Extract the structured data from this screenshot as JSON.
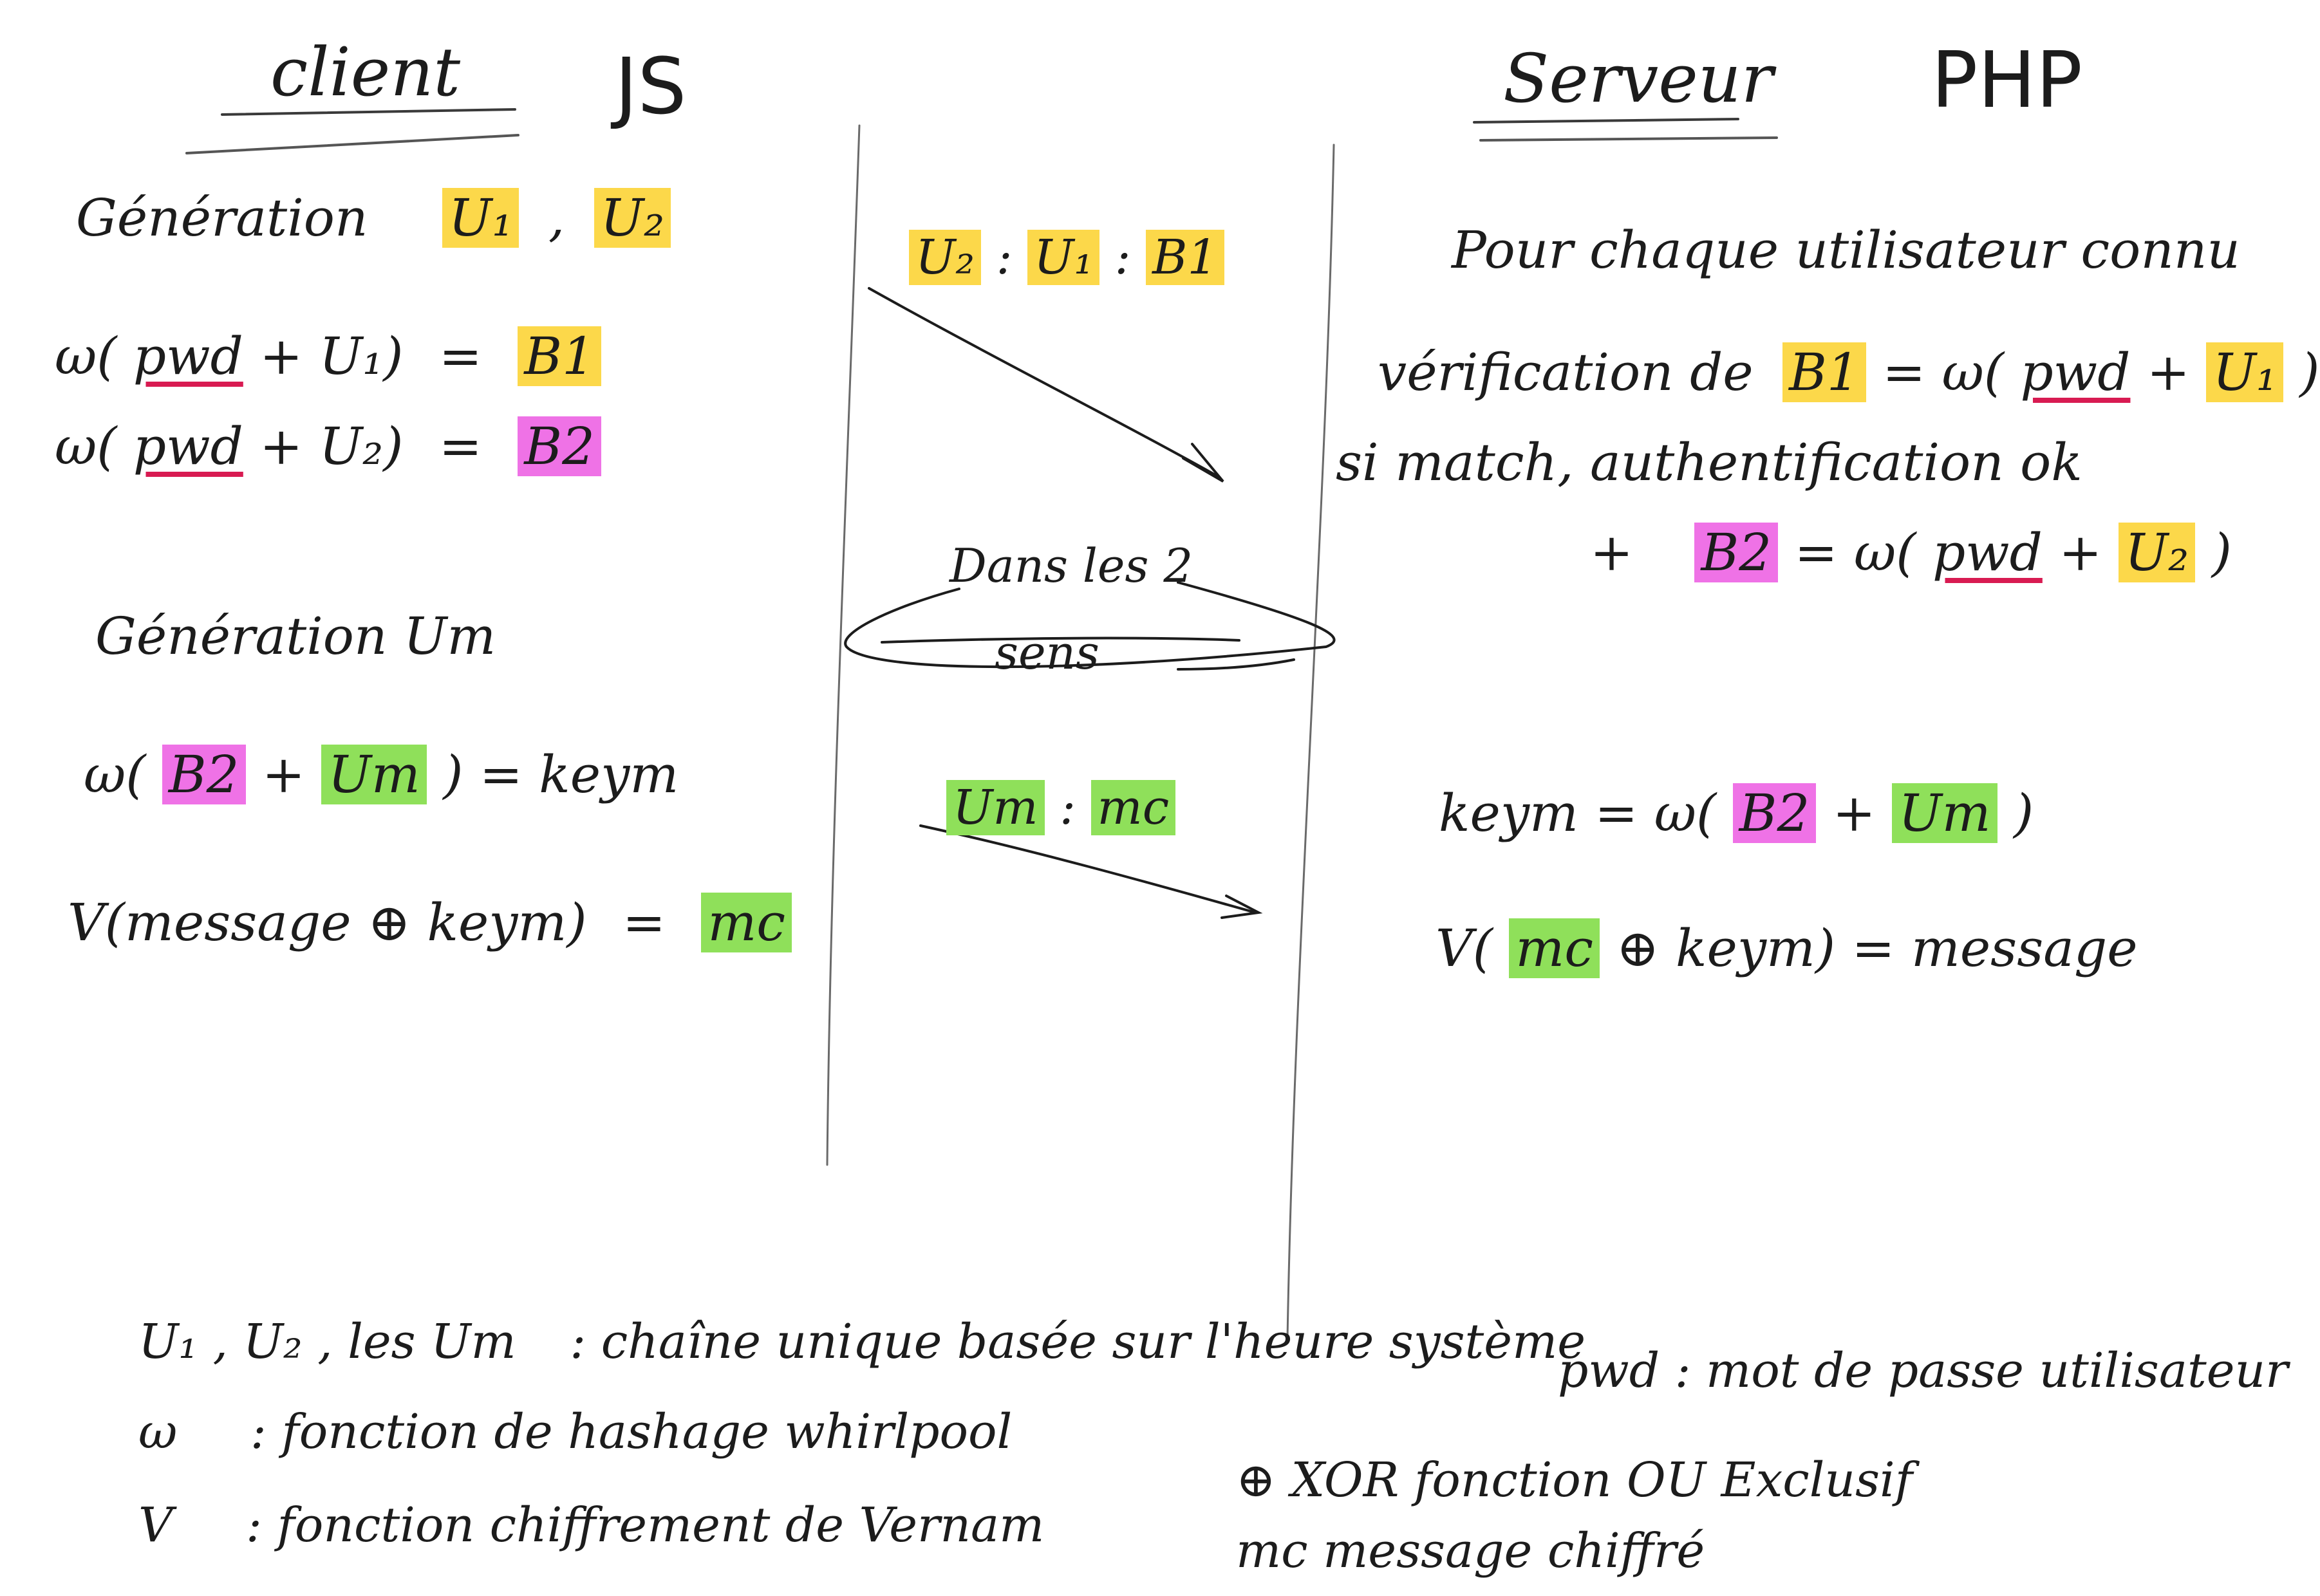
{
  "headers": {
    "client": "client",
    "js": "JS",
    "serveur": "Serveur",
    "php": "PHP"
  },
  "client": {
    "gen_u1u2": "Génération",
    "u1": "U₁",
    "u2": "U₂",
    "b1_line": {
      "w": "ω(",
      "pwd": "pwd",
      "plus": "+ U₁)",
      "eq": "=",
      "result": "B1"
    },
    "b2_line": {
      "w": "ω(",
      "pwd": "pwd",
      "plus": "+ U₂)",
      "eq": "=",
      "result": "B2"
    },
    "gen_um": "Génération Um",
    "keym_line": {
      "w": "ω(",
      "b2": "B2",
      "plus": "+",
      "um": "Um",
      "close": ") = keym"
    },
    "mc_line": {
      "open": "V(message ⊕ keym)",
      "eq": "=",
      "mc": "mc"
    }
  },
  "channel": {
    "msg1": {
      "u2": "U₂",
      "sep1": ":",
      "u1": "U₁",
      "sep2": ":",
      "b1": "B1"
    },
    "both_ways_1": "Dans les 2",
    "both_ways_2": "sens",
    "msg2": {
      "um": "Um",
      "sep": ":",
      "mc": "mc"
    }
  },
  "server": {
    "line1": "Pour chaque utilisateur connu",
    "verif": {
      "prefix": "vérification de",
      "b1": "B1",
      "eq": "= ω(",
      "pwd": "pwd",
      "plus": "+",
      "u1": "U₁",
      "close": ")"
    },
    "match": "si match, authentification ok",
    "b2_line": {
      "plus_sign": "+",
      "b2": "B2",
      "eq": "= ω(",
      "pwd": "pwd",
      "plus": "+",
      "u2": "U₂",
      "close": ")"
    },
    "keym_line": {
      "prefix": "keym = ω(",
      "b2": "B2",
      "plus": "+",
      "um": "Um",
      "close": ")"
    },
    "message_line": {
      "open": "V(",
      "mc": "mc",
      "rest": "⊕ keym) = message"
    }
  },
  "legend": {
    "l1_terms": "U₁ , U₂ , les Um",
    "l1_def": ": chaîne unique basée sur l'heure système",
    "l2_terms": "ω",
    "l2_def": ": fonction de hashage whirlpool",
    "l3_terms": "V",
    "l3_def": ": fonction chiffrement de Vernam",
    "pwd_def": "pwd : mot de passe utilisateur",
    "xor_def": "⊕ XOR fonction OU Exclusif",
    "mc_def": "mc   message chiffré"
  },
  "colors": {
    "highlight_yellow": "#fcd84a",
    "highlight_pink": "#ef72e6",
    "highlight_green": "#8fe05a",
    "underline_red": "#d81b52",
    "ink": "#1c1c1c"
  }
}
